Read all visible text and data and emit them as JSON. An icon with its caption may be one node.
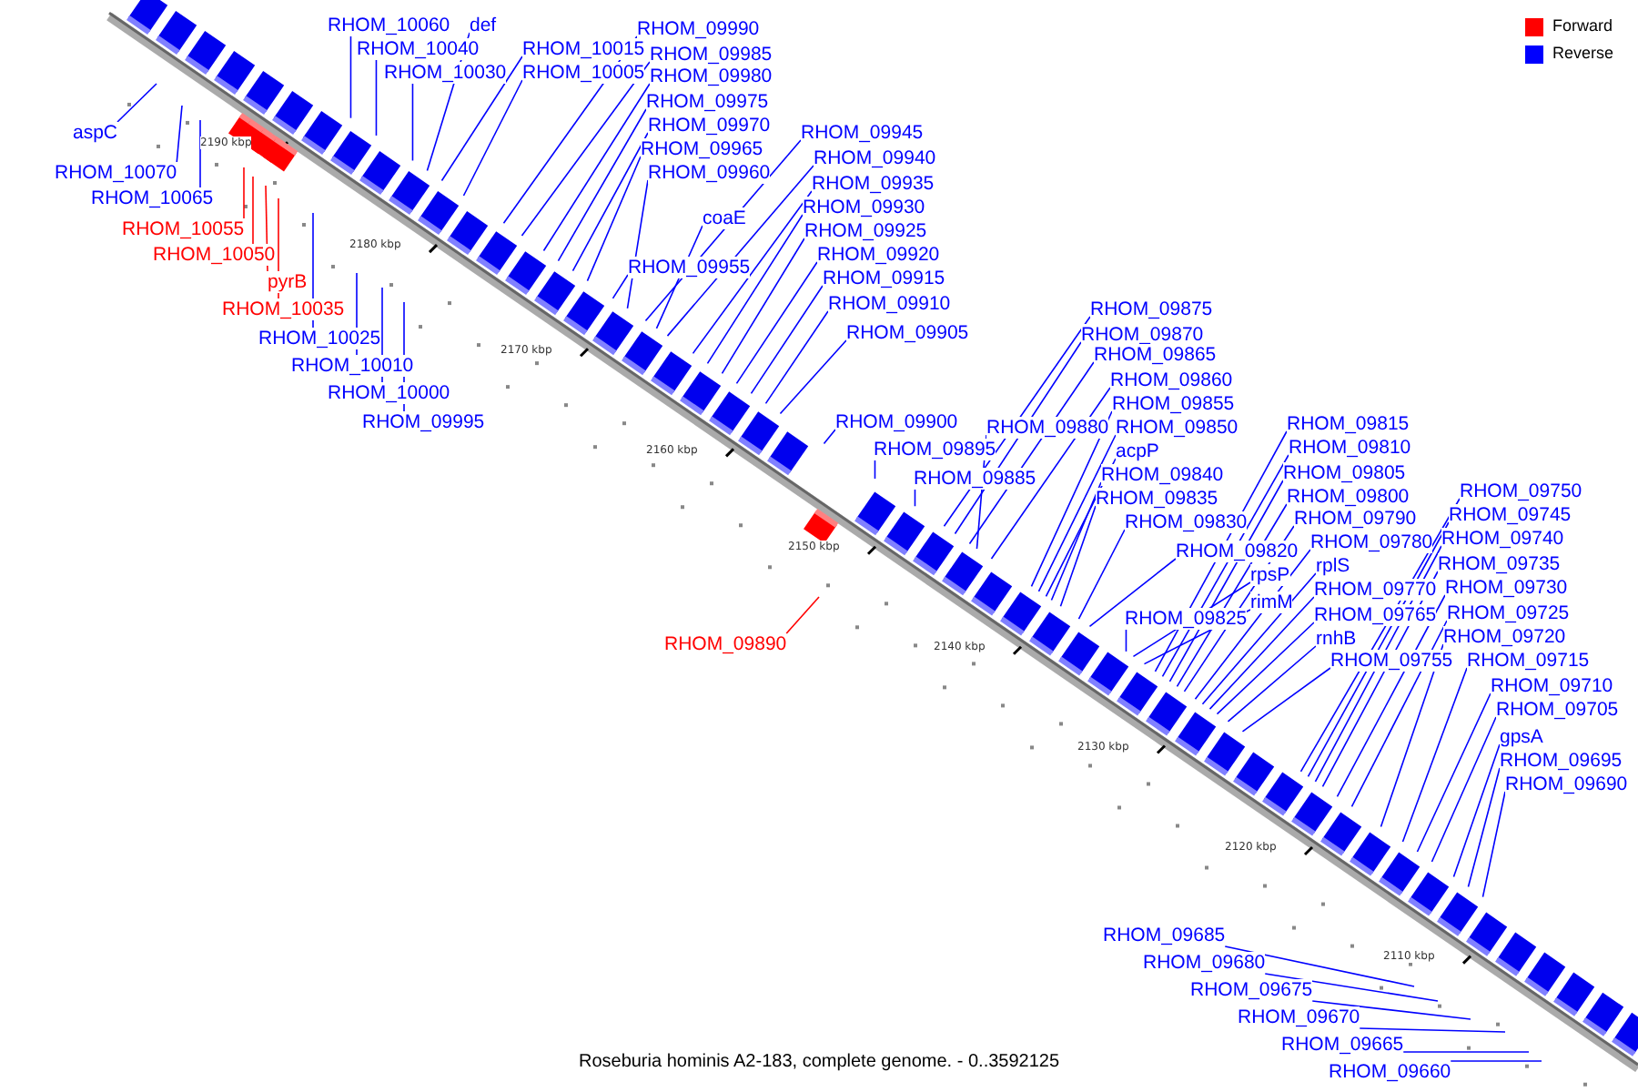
{
  "diagram": {
    "caption": "Roseburia hominis A2-183, complete genome. - 0..3592125",
    "nodes": [
      {
        "text": [
          "RHOM_10060"
        ]
      },
      {
        "text": [
          "RHOM_10040"
        ]
      },
      {
        "text": [
          "RHOM_10030"
        ]
      },
      {
        "text": [
          "def"
        ]
      },
      {
        "text": [
          "RHOM_10015"
        ]
      },
      {
        "text": [
          "RHOM_10005"
        ]
      },
      {
        "text": [
          "RHOM_09990"
        ]
      },
      {
        "text": [
          "RHOM_09985"
        ]
      },
      {
        "text": [
          "RHOM_09980"
        ]
      },
      {
        "text": [
          "RHOM_09975"
        ]
      },
      {
        "text": [
          "RHOM_09970"
        ]
      },
      {
        "text": [
          "RHOM_09965"
        ]
      },
      {
        "text": [
          "RHOM_09960"
        ]
      },
      {
        "text": [
          "RHOM_09945"
        ]
      },
      {
        "text": [
          "RHOM_09940"
        ]
      },
      {
        "text": [
          "RHOM_09935"
        ]
      },
      {
        "text": [
          "RHOM_09930"
        ]
      },
      {
        "text": [
          "coaE"
        ]
      },
      {
        "text": [
          "RHOM_09925"
        ]
      },
      {
        "text": [
          "RHOM_09920"
        ]
      },
      {
        "text": [
          "RHOM_09915"
        ]
      },
      {
        "text": [
          "RHOM_09910"
        ]
      },
      {
        "text": [
          "RHOM_09905"
        ]
      },
      {
        "text": [
          "RHOM_09955"
        ]
      },
      {
        "text": [
          "RHOM_09900"
        ]
      },
      {
        "text": [
          "RHOM_09895"
        ]
      },
      {
        "text": [
          "RHOM_09885"
        ]
      },
      {
        "text": [
          "RHOM_09875"
        ]
      },
      {
        "text": [
          "RHOM_09870"
        ]
      },
      {
        "text": [
          "RHOM_09865"
        ]
      },
      {
        "text": [
          "RHOM_09860"
        ]
      },
      {
        "text": [
          "RHOM_09880"
        ]
      },
      {
        "text": [
          "RHOM_09855"
        ]
      },
      {
        "text": [
          "RHOM_09850"
        ]
      },
      {
        "text": [
          "acpP"
        ]
      },
      {
        "text": [
          "RHOM_09840"
        ]
      },
      {
        "text": [
          "RHOM_09835"
        ]
      },
      {
        "text": [
          "RHOM_09830"
        ]
      },
      {
        "text": [
          "RHOM_09820"
        ]
      },
      {
        "text": [
          "RHOM_09825"
        ]
      },
      {
        "text": [
          "rpsP"
        ]
      },
      {
        "text": [
          "rimM"
        ]
      },
      {
        "text": [
          "RHOM_09815"
        ]
      },
      {
        "text": [
          "RHOM_09810"
        ]
      },
      {
        "text": [
          "RHOM_09805"
        ]
      },
      {
        "text": [
          "RHOM_09800"
        ]
      },
      {
        "text": [
          "RHOM_09790"
        ]
      },
      {
        "text": [
          "RHOM_09780"
        ]
      },
      {
        "text": [
          "rplS"
        ]
      },
      {
        "text": [
          "RHOM_09770"
        ]
      },
      {
        "text": [
          "RHOM_09765"
        ]
      },
      {
        "text": [
          "rnhB"
        ]
      },
      {
        "text": [
          "RHOM_09755"
        ]
      },
      {
        "text": [
          "RHOM_09750"
        ]
      },
      {
        "text": [
          "RHOM_09745"
        ]
      },
      {
        "text": [
          "RHOM_09740"
        ]
      },
      {
        "text": [
          "RHOM_09735"
        ]
      },
      {
        "text": [
          "RHOM_09730"
        ]
      },
      {
        "text": [
          "RHOM_09725"
        ]
      },
      {
        "text": [
          "RHOM_09720"
        ]
      },
      {
        "text": [
          "RHOM_09715"
        ]
      },
      {
        "text": [
          "RHOM_09710"
        ]
      },
      {
        "text": [
          "RHOM_09705"
        ]
      },
      {
        "text": [
          "gpsA"
        ]
      },
      {
        "text": [
          "RHOM_09695"
        ]
      },
      {
        "text": [
          "RHOM_09690"
        ]
      },
      {
        "text": [
          "aspC"
        ]
      },
      {
        "text": [
          "RHOM_10070"
        ]
      },
      {
        "text": [
          "RHOM_10065"
        ]
      },
      {
        "text": [
          "RHOM_10055"
        ]
      },
      {
        "text": [
          "RHOM_10050"
        ]
      },
      {
        "text": [
          "pyrB"
        ]
      },
      {
        "text": [
          "RHOM_10035"
        ]
      },
      {
        "text": [
          "RHOM_10025"
        ]
      },
      {
        "text": [
          "RHOM_10010"
        ]
      },
      {
        "text": [
          "RHOM_10000"
        ]
      },
      {
        "text": [
          "RHOM_09995"
        ]
      },
      {
        "text": [
          "RHOM_09890"
        ]
      },
      {
        "text": [
          "RHOM_09685"
        ]
      },
      {
        "text": [
          "RHOM_09680"
        ]
      },
      {
        "text": [
          "RHOM_09675"
        ]
      },
      {
        "text": [
          "RHOM_09670"
        ]
      },
      {
        "text": [
          "RHOM_09665"
        ]
      },
      {
        "text": [
          "RHOM_09660"
        ]
      }
    ],
    "edges": [
      {
        "from": 0,
        "to": null,
        "arrow": "none"
      },
      {
        "from": 1,
        "to": null,
        "arrow": "none"
      },
      {
        "from": 2,
        "to": null,
        "arrow": "none"
      },
      {
        "from": 3,
        "to": null,
        "arrow": "none"
      },
      {
        "from": 4,
        "to": null,
        "arrow": "none"
      },
      {
        "from": 5,
        "to": null,
        "arrow": "none"
      },
      {
        "from": 6,
        "to": null,
        "arrow": "none"
      },
      {
        "from": 7,
        "to": null,
        "arrow": "none"
      },
      {
        "from": 8,
        "to": null,
        "arrow": "none"
      },
      {
        "from": 9,
        "to": null,
        "arrow": "none"
      },
      {
        "from": 10,
        "to": null,
        "arrow": "none"
      },
      {
        "from": 11,
        "to": null,
        "arrow": "none"
      },
      {
        "from": 12,
        "to": null,
        "arrow": "none"
      },
      {
        "from": 13,
        "to": null,
        "arrow": "none"
      },
      {
        "from": 14,
        "to": null,
        "arrow": "none"
      },
      {
        "from": 15,
        "to": null,
        "arrow": "none"
      },
      {
        "from": 16,
        "to": null,
        "arrow": "none"
      },
      {
        "from": 17,
        "to": null,
        "arrow": "none"
      },
      {
        "from": 18,
        "to": null,
        "arrow": "none"
      },
      {
        "from": 19,
        "to": null,
        "arrow": "none"
      },
      {
        "from": 20,
        "to": null,
        "arrow": "none"
      },
      {
        "from": 21,
        "to": null,
        "arrow": "none"
      },
      {
        "from": 22,
        "to": null,
        "arrow": "none"
      },
      {
        "from": 23,
        "to": null,
        "arrow": "none"
      },
      {
        "from": 24,
        "to": null,
        "arrow": "none"
      },
      {
        "from": 25,
        "to": null,
        "arrow": "none"
      },
      {
        "from": 26,
        "to": null,
        "arrow": "none"
      },
      {
        "from": 27,
        "to": null,
        "arrow": "none"
      },
      {
        "from": 28,
        "to": null,
        "arrow": "none"
      },
      {
        "from": 29,
        "to": null,
        "arrow": "none"
      },
      {
        "from": 30,
        "to": null,
        "arrow": "none"
      },
      {
        "from": 31,
        "to": null,
        "arrow": "none"
      },
      {
        "from": 32,
        "to": null,
        "arrow": "none"
      },
      {
        "from": 33,
        "to": null,
        "arrow": "none"
      },
      {
        "from": 34,
        "to": null,
        "arrow": "none"
      },
      {
        "from": 35,
        "to": null,
        "arrow": "none"
      },
      {
        "from": 36,
        "to": null,
        "arrow": "none"
      },
      {
        "from": 37,
        "to": null,
        "arrow": "none"
      },
      {
        "from": 38,
        "to": null,
        "arrow": "none"
      },
      {
        "from": 39,
        "to": null,
        "arrow": "none"
      },
      {
        "from": 40,
        "to": null,
        "arrow": "none"
      },
      {
        "from": 41,
        "to": null,
        "arrow": "none"
      },
      {
        "from": 42,
        "to": null,
        "arrow": "none"
      },
      {
        "from": 43,
        "to": null,
        "arrow": "none"
      },
      {
        "from": 44,
        "to": null,
        "arrow": "none"
      },
      {
        "from": 45,
        "to": null,
        "arrow": "none"
      },
      {
        "from": 46,
        "to": null,
        "arrow": "none"
      },
      {
        "from": 47,
        "to": null,
        "arrow": "none"
      },
      {
        "from": 48,
        "to": null,
        "arrow": "none"
      },
      {
        "from": 49,
        "to": null,
        "arrow": "none"
      },
      {
        "from": 50,
        "to": null,
        "arrow": "none"
      },
      {
        "from": 51,
        "to": null,
        "arrow": "none"
      },
      {
        "from": 52,
        "to": null,
        "arrow": "none"
      },
      {
        "from": 53,
        "to": null,
        "arrow": "none"
      },
      {
        "from": 54,
        "to": null,
        "arrow": "none"
      },
      {
        "from": 55,
        "to": null,
        "arrow": "none"
      },
      {
        "from": 56,
        "to": null,
        "arrow": "none"
      },
      {
        "from": 57,
        "to": null,
        "arrow": "none"
      },
      {
        "from": 58,
        "to": null,
        "arrow": "none"
      },
      {
        "from": 59,
        "to": null,
        "arrow": "none"
      },
      {
        "from": 60,
        "to": null,
        "arrow": "none"
      },
      {
        "from": 61,
        "to": null,
        "arrow": "none"
      },
      {
        "from": 62,
        "to": null,
        "arrow": "none"
      },
      {
        "from": 63,
        "to": null,
        "arrow": "none"
      },
      {
        "from": 64,
        "to": null,
        "arrow": "none"
      },
      {
        "from": 65,
        "to": null,
        "arrow": "none"
      },
      {
        "from": 66,
        "to": null,
        "arrow": "none"
      },
      {
        "from": 67,
        "to": null,
        "arrow": "none"
      },
      {
        "from": 68,
        "to": null,
        "arrow": "none"
      },
      {
        "from": 69,
        "to": null,
        "arrow": "none",
        "color": "#ff0000"
      },
      {
        "from": 70,
        "to": null,
        "arrow": "none",
        "color": "#ff0000"
      },
      {
        "from": 71,
        "to": null,
        "arrow": "none",
        "color": "#ff0000"
      },
      {
        "from": 72,
        "to": null,
        "arrow": "none",
        "color": "#ff0000"
      },
      {
        "from": 73,
        "to": null,
        "arrow": "none"
      },
      {
        "from": 74,
        "to": null,
        "arrow": "none"
      },
      {
        "from": 75,
        "to": null,
        "arrow": "none"
      },
      {
        "from": 76,
        "to": null,
        "arrow": "none"
      },
      {
        "from": 77,
        "to": null,
        "arrow": "none",
        "color": "#ff0000"
      },
      {
        "from": 78,
        "to": null,
        "arrow": "none"
      },
      {
        "from": 79,
        "to": null,
        "arrow": "none"
      },
      {
        "from": 80,
        "to": null,
        "arrow": "none"
      },
      {
        "from": 81,
        "to": null,
        "arrow": "none"
      },
      {
        "from": 82,
        "to": null,
        "arrow": "none"
      },
      {
        "from": 83,
        "to": null,
        "arrow": "none"
      }
    ],
    "labels": [
      "2190 kbp",
      "2180 kbp",
      "2170 kbp",
      "2160 kbp",
      "2150 kbp",
      "2140 kbp",
      "2130 kbp",
      "2120 kbp",
      "2110 kbp"
    ],
    "legend": [
      {
        "text": "Forward",
        "color": "#ff0000"
      },
      {
        "text": "Reverse",
        "color": "#0000ff"
      }
    ]
  }
}
